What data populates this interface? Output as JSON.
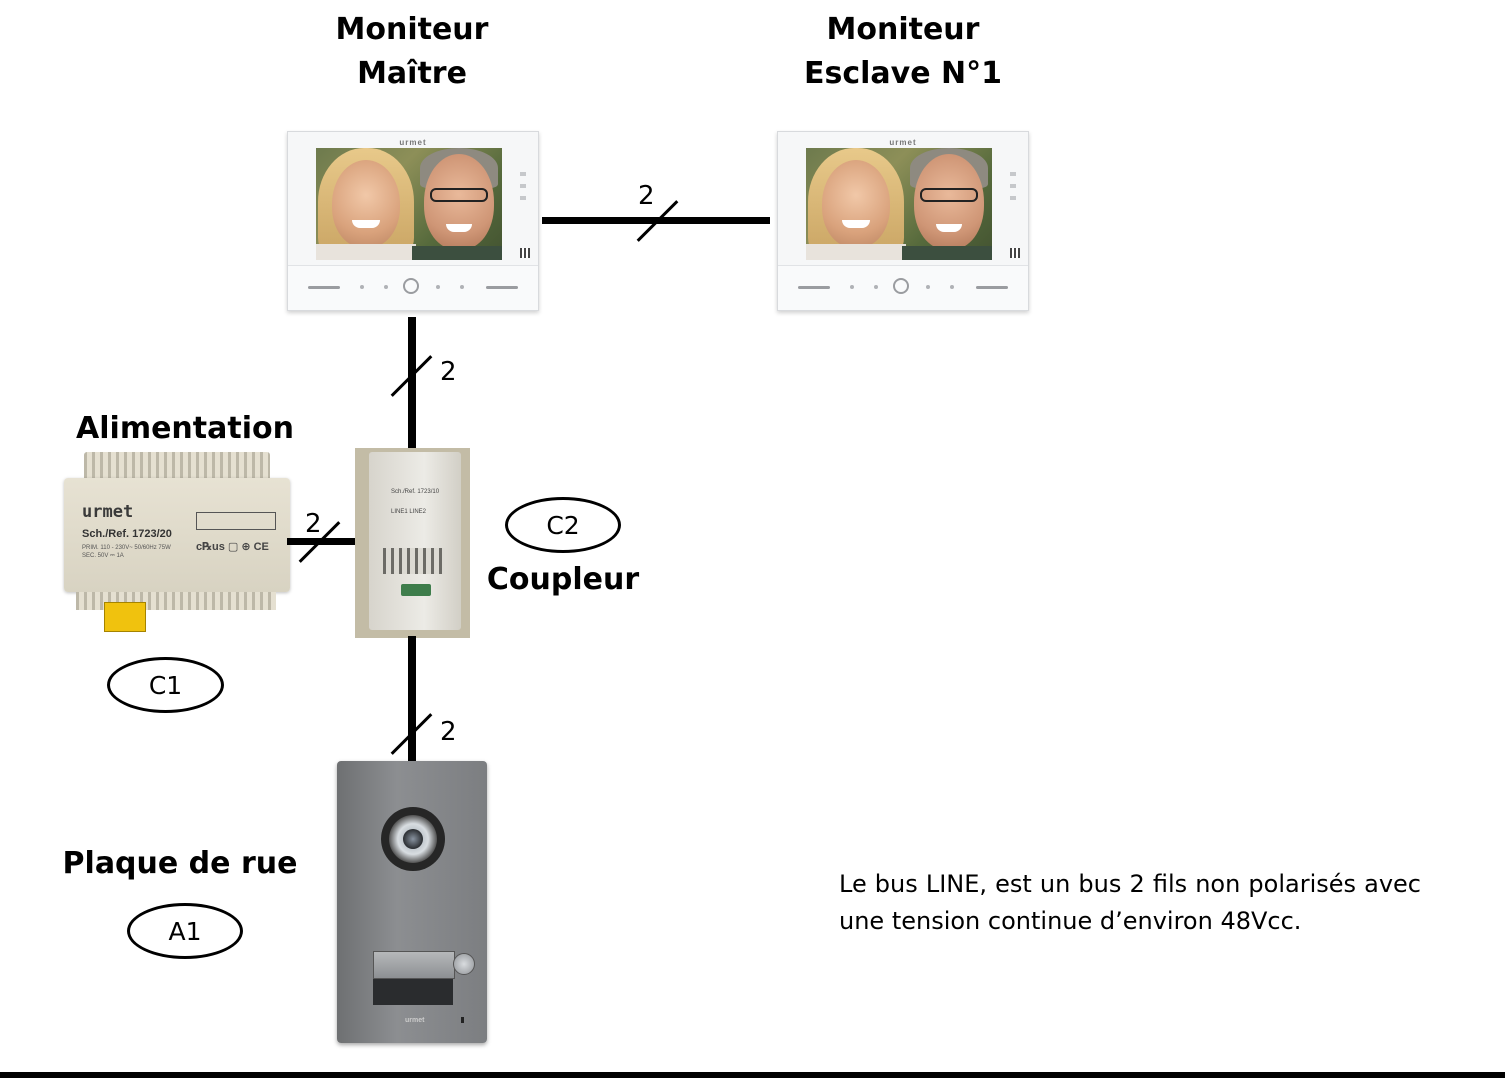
{
  "labels": {
    "master_monitor": [
      "Moniteur",
      "Maître"
    ],
    "slave_monitor": [
      "Moniteur",
      "Esclave N°1"
    ],
    "power_supply": "Alimentation",
    "coupler": "Coupleur",
    "street_plate": "Plaque de rue"
  },
  "tags": {
    "c1": "C1",
    "c2": "C2",
    "a1": "A1"
  },
  "wire_counts": {
    "monitor_link": "2",
    "master_to_coupler": "2",
    "power_to_coupler": "2",
    "coupler_to_plate": "2"
  },
  "device_markings": {
    "monitor_brand": "urmet",
    "psu_brand": "urmet",
    "psu_ref": "Sch./Ref. 1723/20",
    "psu_specs": [
      "PRIM. 110 - 230V~ 50/60Hz 75W",
      "SEC. 50V ⎓ 1A"
    ],
    "psu_cert": "c℞us ▢ ⊕ CE",
    "coupler_text": [
      "Sch./Ref. 1723/10",
      "LINE1  LINE2"
    ],
    "plate_brand": "urmet"
  },
  "note": "Le bus LINE, est un bus 2 fils non polarisés avec une tension continue d’environ 48Vcc.",
  "colors": {
    "wire": "#000000",
    "psu_warning": "#f0c20e",
    "plate_body": "#8c8e91"
  }
}
